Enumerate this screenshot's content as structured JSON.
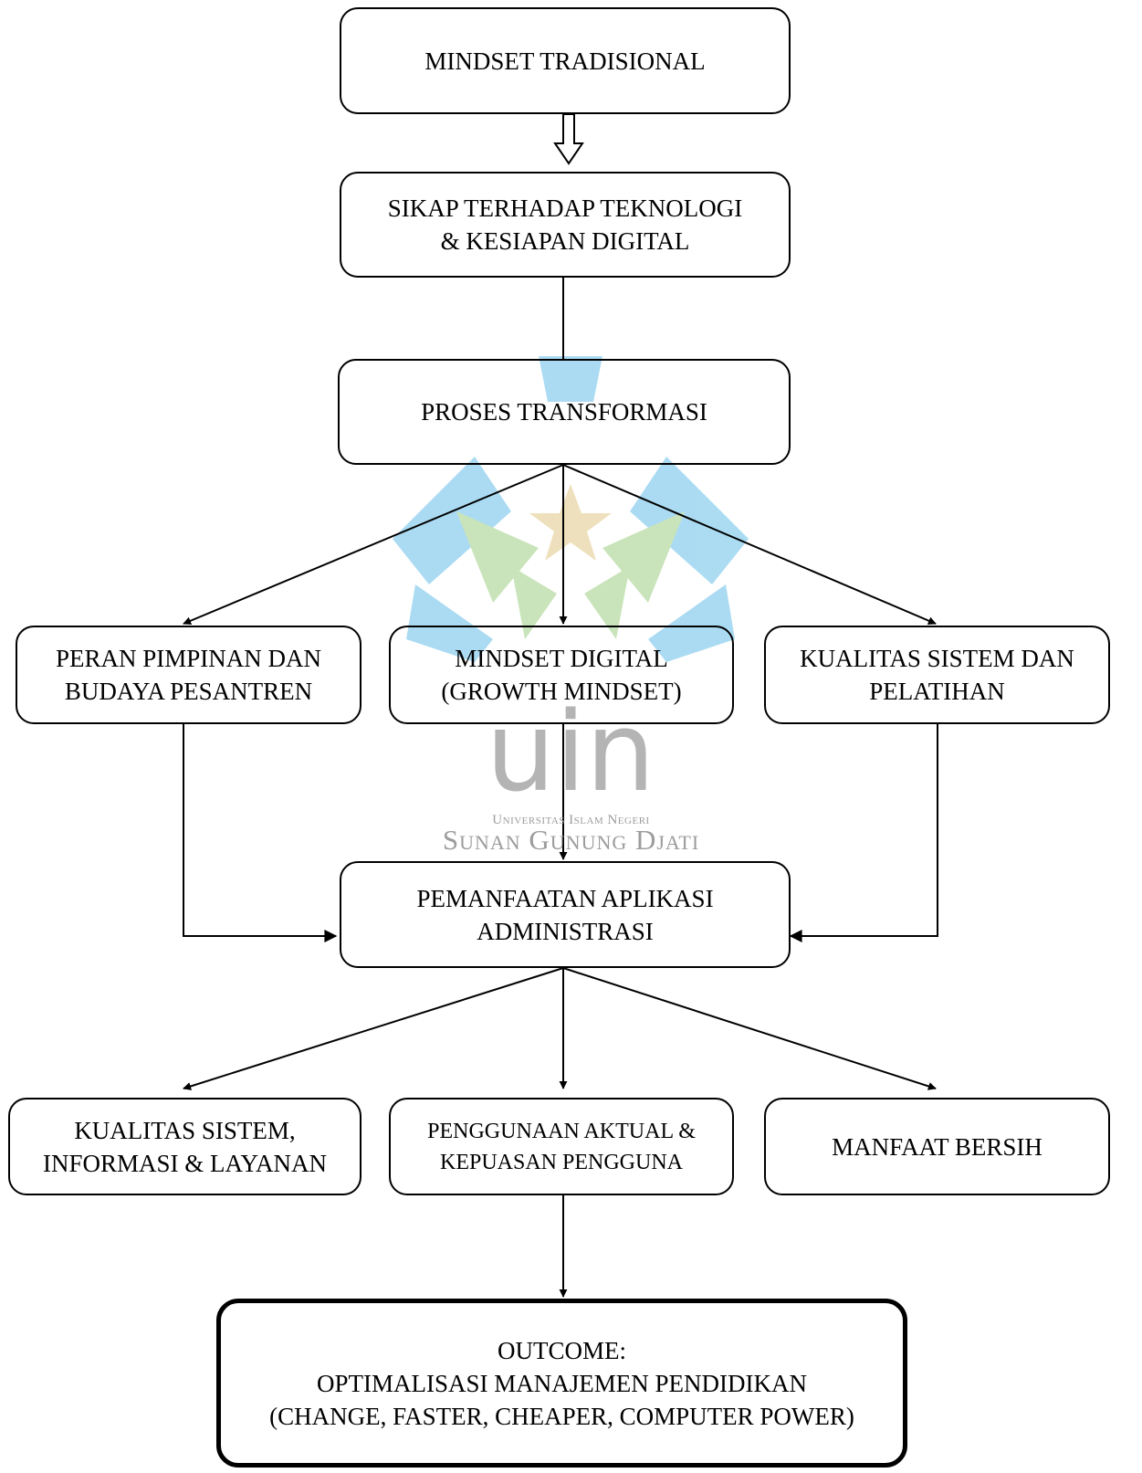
{
  "nodes": {
    "mindset_tradisional": "MINDSET TRADISIONAL",
    "sikap_teknologi": "SIKAP TERHADAP TEKNOLOGI\n& KESIAPAN DIGITAL",
    "proses_transformasi": "PROSES TRANSFORMASI",
    "peran_pimpinan": "PERAN PIMPINAN DAN\nBUDAYA PESANTREN",
    "mindset_digital": "MINDSET DIGITAL\n(GROWTH MINDSET)",
    "kualitas_sistem_pelatihan": "KUALITAS SISTEM DAN\nPELATIHAN",
    "pemanfaatan_aplikasi": "PEMANFAATAN APLIKASI\nADMINISTRASI",
    "kualitas_sistem_informasi": "KUALITAS SISTEM,\nINFORMASI & LAYANAN",
    "penggunaan_aktual": "PENGGUNAAN AKTUAL &\nKEPUASAN PENGGUNA",
    "manfaat_bersih": "MANFAAT BERSIH",
    "outcome": "OUTCOME:\nOPTIMALISASI MANAJEMEN PENDIDIKAN\n(CHANGE, FASTER, CHEAPER, COMPUTER POWER)"
  },
  "watermark": {
    "logo_text": "uin",
    "line1": "Universitas Islam Negeri",
    "line2": "Sunan Gunung Djati"
  },
  "colors": {
    "stroke": "#000000",
    "watermark_blue": "#8fd0ee",
    "watermark_green": "#b7dba3",
    "watermark_gold": "#e9d6a6",
    "watermark_gray": "#9c9c9c"
  }
}
